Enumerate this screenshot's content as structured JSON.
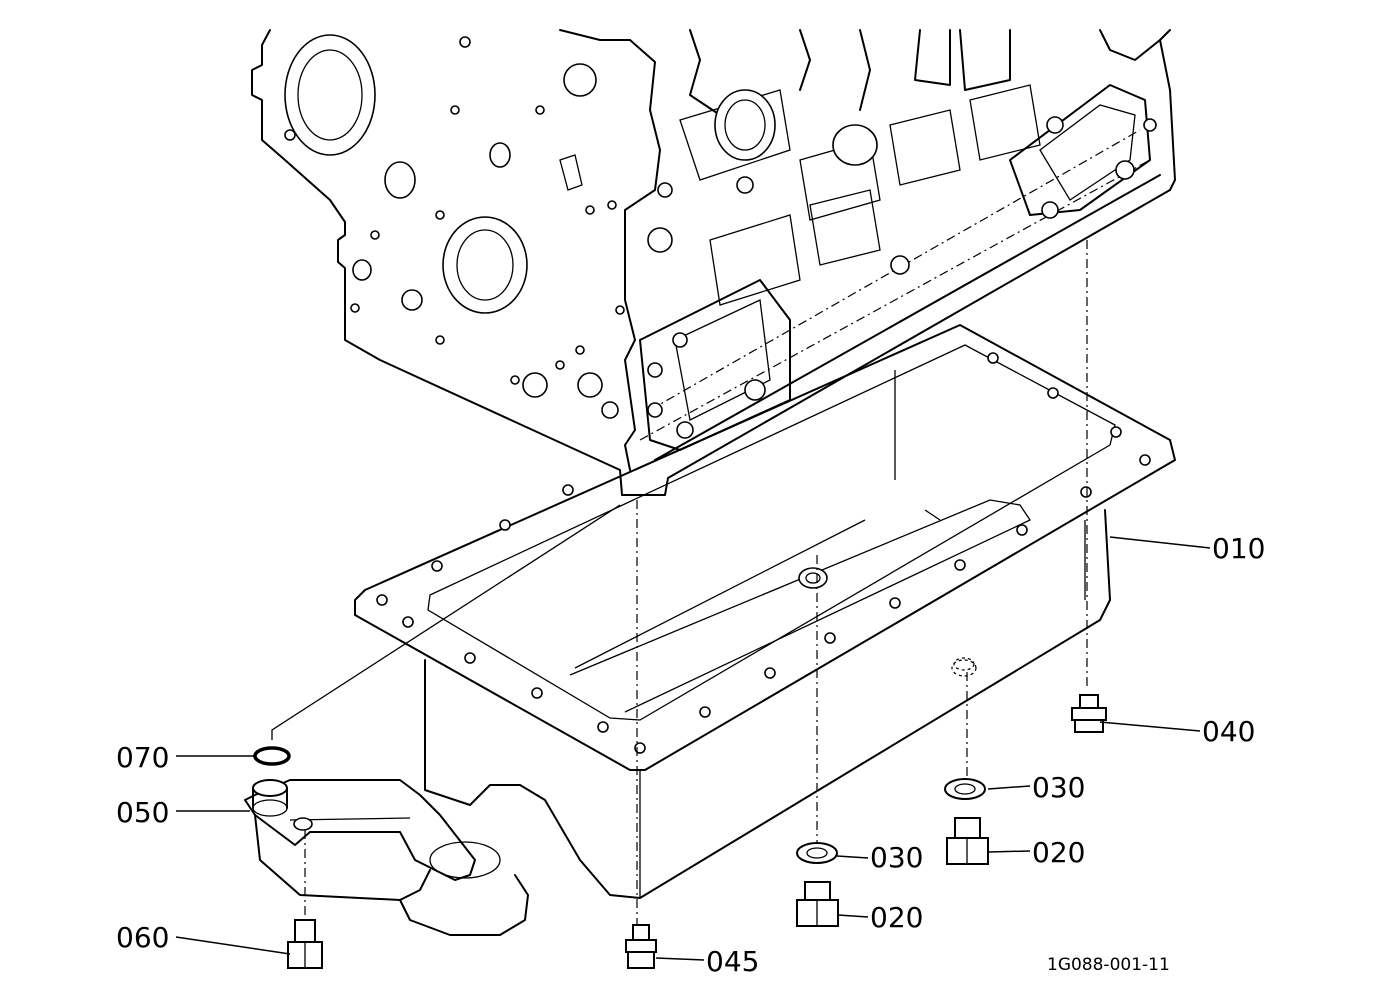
{
  "diagram": {
    "reference_code": "1G088-001-11",
    "callouts": [
      {
        "id": "010",
        "label": "010"
      },
      {
        "id": "020a",
        "label": "020"
      },
      {
        "id": "020b",
        "label": "020"
      },
      {
        "id": "030a",
        "label": "030"
      },
      {
        "id": "030b",
        "label": "030"
      },
      {
        "id": "040",
        "label": "040"
      },
      {
        "id": "045",
        "label": "045"
      },
      {
        "id": "050",
        "label": "050"
      },
      {
        "id": "060",
        "label": "060"
      },
      {
        "id": "070",
        "label": "070"
      }
    ]
  }
}
